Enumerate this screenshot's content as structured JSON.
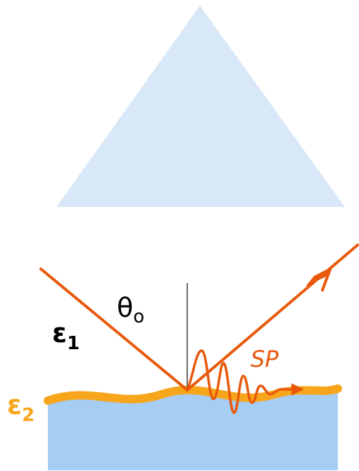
{
  "labels": {
    "medium_1": "ε",
    "medium_1_sub": "1",
    "medium_2": "ε",
    "medium_2_sub": "2",
    "angle": "θ",
    "angle_sub": "o",
    "surface_plasmon": "SP"
  },
  "colors": {
    "prism": "#d9e8f8",
    "substrate": "#a6cdf4",
    "metal_film": "#f7a61b",
    "light_ray": "#e8590c",
    "normal_line": "#444444",
    "text": "#000000"
  }
}
